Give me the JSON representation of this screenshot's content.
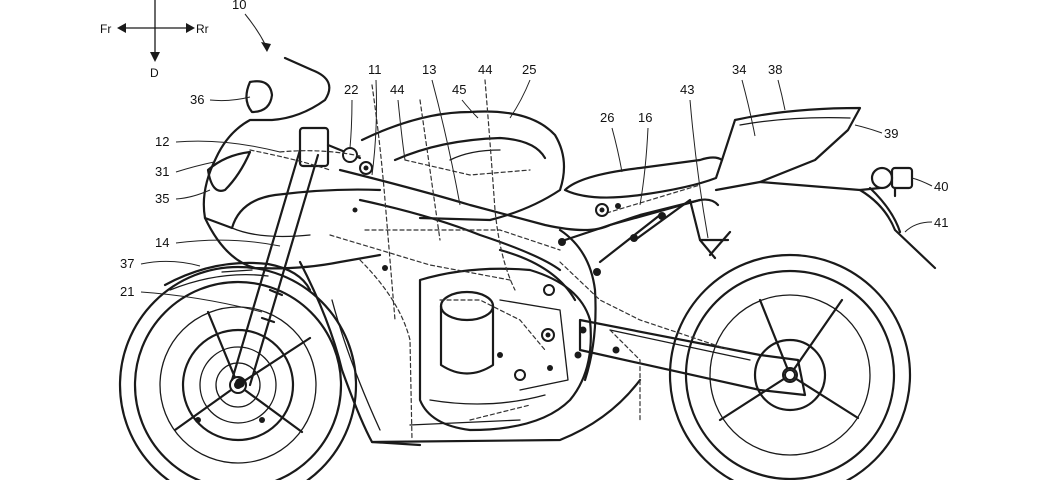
{
  "direction_indicator": {
    "front": "Fr",
    "rear": "Rr",
    "down": "D"
  },
  "assembly_label": "10",
  "reference_numerals": [
    {
      "id": "n36",
      "text": "36"
    },
    {
      "id": "n12",
      "text": "12"
    },
    {
      "id": "n31",
      "text": "31"
    },
    {
      "id": "n35",
      "text": "35"
    },
    {
      "id": "n14",
      "text": "14"
    },
    {
      "id": "n37",
      "text": "37"
    },
    {
      "id": "n21",
      "text": "21"
    },
    {
      "id": "n22",
      "text": "22"
    },
    {
      "id": "n11",
      "text": "11"
    },
    {
      "id": "n44a",
      "text": "44"
    },
    {
      "id": "n13",
      "text": "13"
    },
    {
      "id": "n44b",
      "text": "44"
    },
    {
      "id": "n45",
      "text": "45"
    },
    {
      "id": "n25",
      "text": "25"
    },
    {
      "id": "n26",
      "text": "26"
    },
    {
      "id": "n16",
      "text": "16"
    },
    {
      "id": "n43",
      "text": "43"
    },
    {
      "id": "n34",
      "text": "34"
    },
    {
      "id": "n38",
      "text": "38"
    },
    {
      "id": "n39",
      "text": "39"
    },
    {
      "id": "n40",
      "text": "40"
    },
    {
      "id": "n41",
      "text": "41"
    }
  ]
}
